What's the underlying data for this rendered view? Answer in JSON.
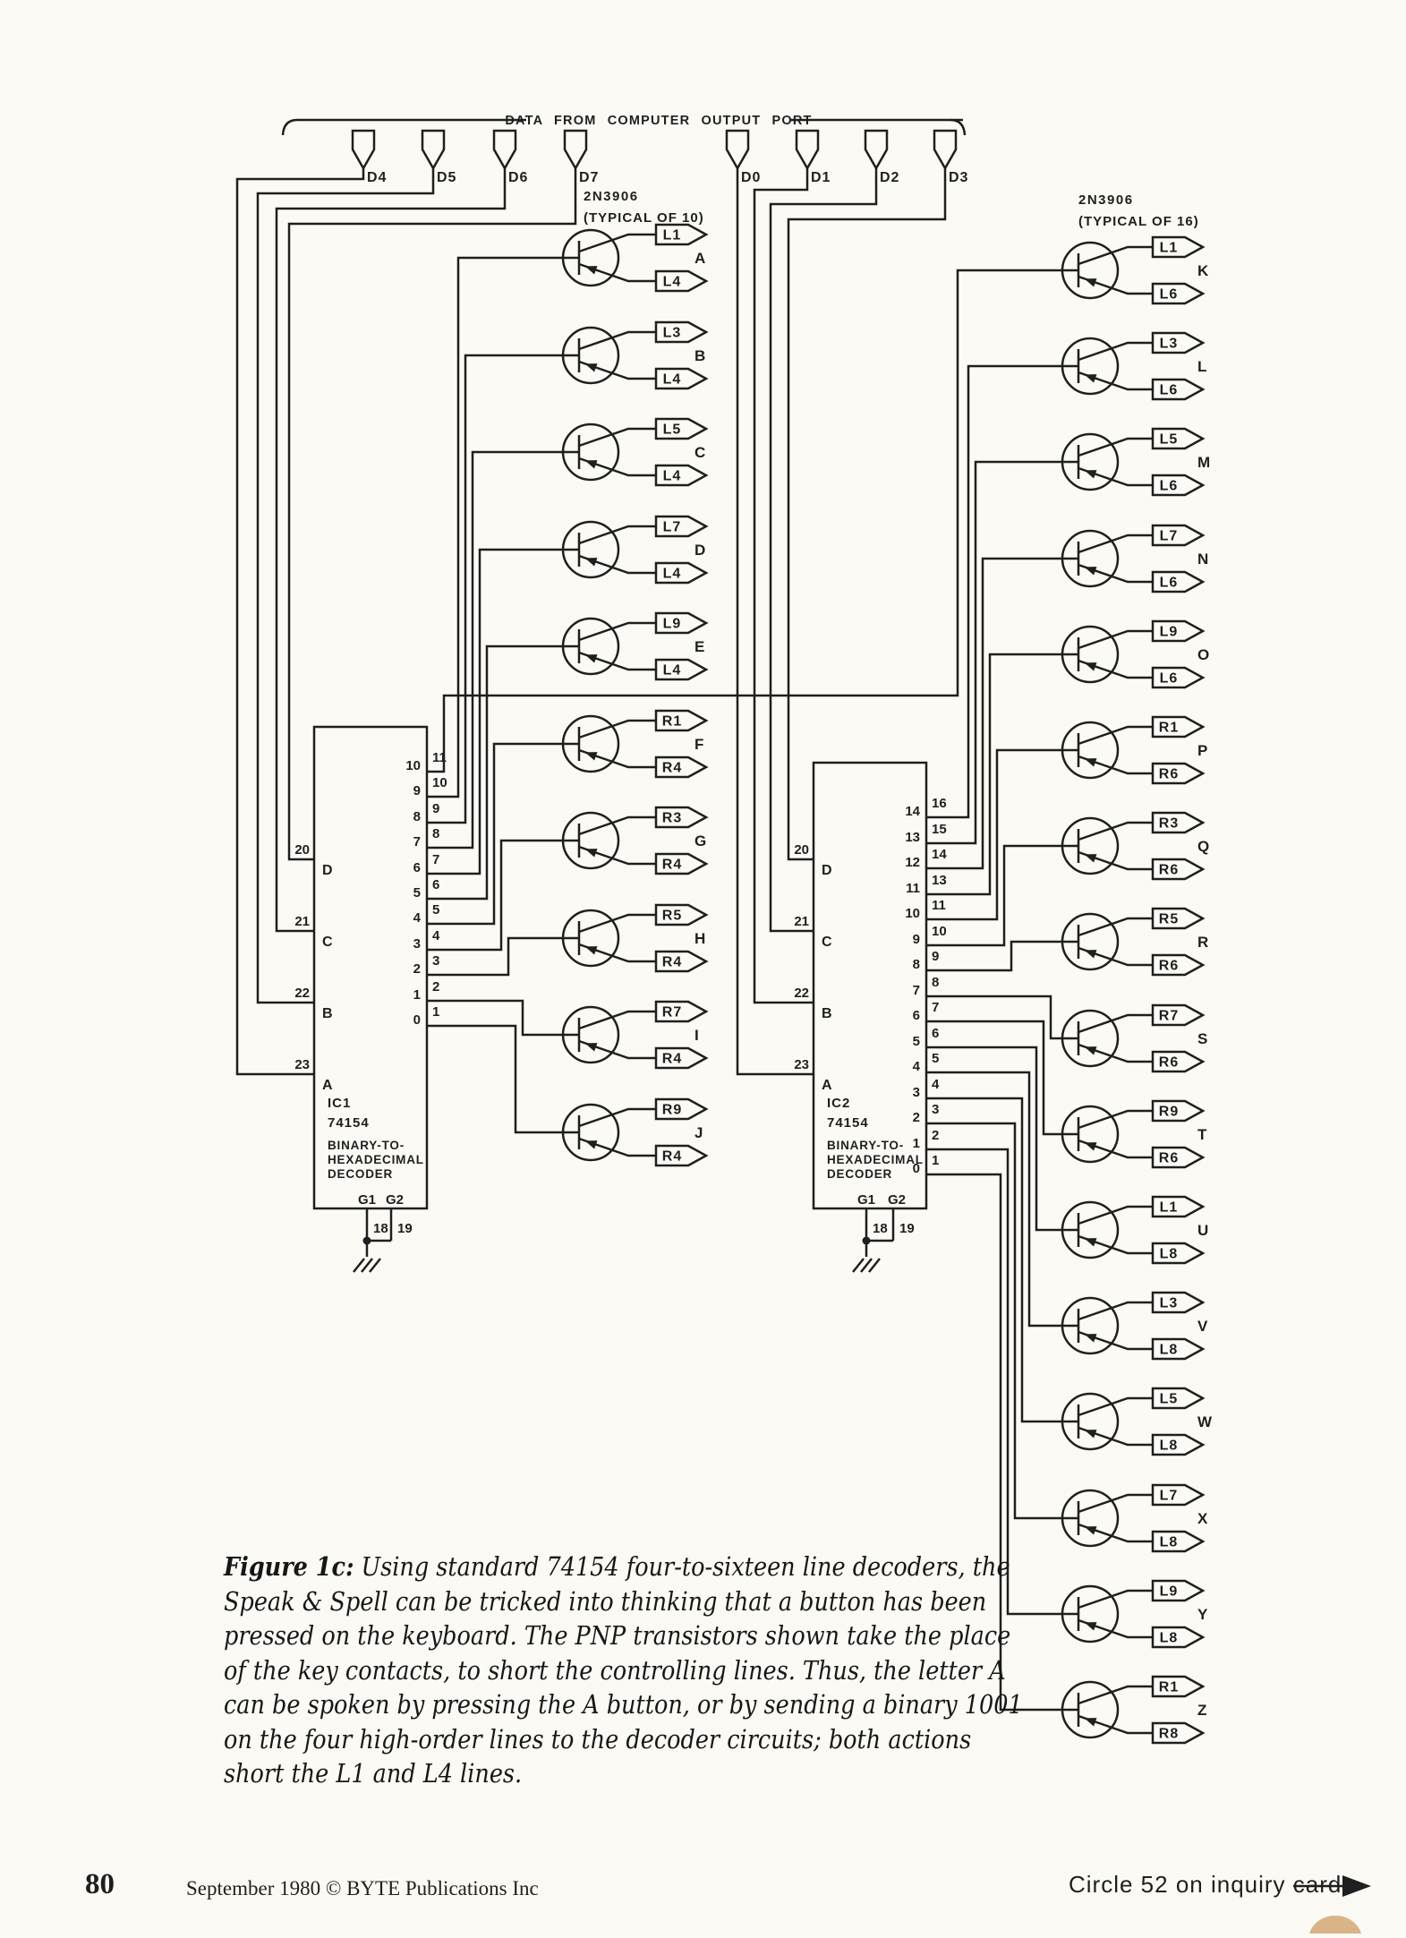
{
  "bus_label": "DATA FROM COMPUTER OUTPUT PORT",
  "connectors": {
    "left": [
      "D4",
      "D5",
      "D6",
      "D7"
    ],
    "right": [
      "D0",
      "D1",
      "D2",
      "D3"
    ]
  },
  "transistor_notes": {
    "left": [
      "2N3906",
      "(TYPICAL OF 10)"
    ],
    "right": [
      "2N3906",
      "(TYPICAL OF 16)"
    ]
  },
  "ics": [
    {
      "ref": "IC1",
      "part": "74154",
      "description": [
        "BINARY-TO-",
        "HEXADECIMAL",
        "DECODER"
      ],
      "address_pins": [
        {
          "pin": "20",
          "name": "D"
        },
        {
          "pin": "21",
          "name": "C"
        },
        {
          "pin": "22",
          "name": "B"
        },
        {
          "pin": "23",
          "name": "A"
        }
      ],
      "enables": [
        {
          "name": "G1",
          "pin": "18"
        },
        {
          "name": "G2",
          "pin": "19"
        }
      ],
      "outputs": [
        {
          "out": "10",
          "pin": "11"
        },
        {
          "out": "9",
          "pin": "10"
        },
        {
          "out": "8",
          "pin": "9"
        },
        {
          "out": "7",
          "pin": "8"
        },
        {
          "out": "6",
          "pin": "7"
        },
        {
          "out": "5",
          "pin": "6"
        },
        {
          "out": "4",
          "pin": "5"
        },
        {
          "out": "3",
          "pin": "4"
        },
        {
          "out": "2",
          "pin": "3"
        },
        {
          "out": "1",
          "pin": "2"
        },
        {
          "out": "0",
          "pin": "1"
        }
      ]
    },
    {
      "ref": "IC2",
      "part": "74154",
      "description": [
        "BINARY-TO-",
        "HEXADECIMAL",
        "DECODER"
      ],
      "address_pins": [
        {
          "pin": "20",
          "name": "D"
        },
        {
          "pin": "21",
          "name": "C"
        },
        {
          "pin": "22",
          "name": "B"
        },
        {
          "pin": "23",
          "name": "A"
        }
      ],
      "enables": [
        {
          "name": "G1",
          "pin": "18"
        },
        {
          "name": "G2",
          "pin": "19"
        }
      ],
      "outputs": [
        {
          "out": "14",
          "pin": "16"
        },
        {
          "out": "13",
          "pin": "15"
        },
        {
          "out": "12",
          "pin": "14"
        },
        {
          "out": "11",
          "pin": "13"
        },
        {
          "out": "10",
          "pin": "11"
        },
        {
          "out": "9",
          "pin": "10"
        },
        {
          "out": "8",
          "pin": "9"
        },
        {
          "out": "7",
          "pin": "8"
        },
        {
          "out": "6",
          "pin": "7"
        },
        {
          "out": "5",
          "pin": "6"
        },
        {
          "out": "4",
          "pin": "5"
        },
        {
          "out": "3",
          "pin": "4"
        },
        {
          "out": "2",
          "pin": "3"
        },
        {
          "out": "1",
          "pin": "2"
        },
        {
          "out": "0",
          "pin": "1"
        }
      ]
    }
  ],
  "transistors": {
    "left": [
      {
        "letter": "A",
        "top_tag": "L1",
        "bottom_tag": "L4"
      },
      {
        "letter": "B",
        "top_tag": "L3",
        "bottom_tag": "L4"
      },
      {
        "letter": "C",
        "top_tag": "L5",
        "bottom_tag": "L4"
      },
      {
        "letter": "D",
        "top_tag": "L7",
        "bottom_tag": "L4"
      },
      {
        "letter": "E",
        "top_tag": "L9",
        "bottom_tag": "L4"
      },
      {
        "letter": "F",
        "top_tag": "R1",
        "bottom_tag": "R4"
      },
      {
        "letter": "G",
        "top_tag": "R3",
        "bottom_tag": "R4"
      },
      {
        "letter": "H",
        "top_tag": "R5",
        "bottom_tag": "R4"
      },
      {
        "letter": "I",
        "top_tag": "R7",
        "bottom_tag": "R4"
      },
      {
        "letter": "J",
        "top_tag": "R9",
        "bottom_tag": "R4"
      }
    ],
    "right": [
      {
        "letter": "K",
        "top_tag": "L1",
        "bottom_tag": "L6"
      },
      {
        "letter": "L",
        "top_tag": "L3",
        "bottom_tag": "L6"
      },
      {
        "letter": "M",
        "top_tag": "L5",
        "bottom_tag": "L6"
      },
      {
        "letter": "N",
        "top_tag": "L7",
        "bottom_tag": "L6"
      },
      {
        "letter": "O",
        "top_tag": "L9",
        "bottom_tag": "L6"
      },
      {
        "letter": "P",
        "top_tag": "R1",
        "bottom_tag": "R6"
      },
      {
        "letter": "Q",
        "top_tag": "R3",
        "bottom_tag": "R6"
      },
      {
        "letter": "R",
        "top_tag": "R5",
        "bottom_tag": "R6"
      },
      {
        "letter": "S",
        "top_tag": "R7",
        "bottom_tag": "R6"
      },
      {
        "letter": "T",
        "top_tag": "R9",
        "bottom_tag": "R6"
      },
      {
        "letter": "U",
        "top_tag": "L1",
        "bottom_tag": "L8"
      },
      {
        "letter": "V",
        "top_tag": "L3",
        "bottom_tag": "L8"
      },
      {
        "letter": "W",
        "top_tag": "L5",
        "bottom_tag": "L8"
      },
      {
        "letter": "X",
        "top_tag": "L7",
        "bottom_tag": "L8"
      },
      {
        "letter": "Y",
        "top_tag": "L9",
        "bottom_tag": "L8"
      },
      {
        "letter": "Z",
        "top_tag": "R1",
        "bottom_tag": "R8"
      }
    ]
  },
  "caption": {
    "bold": "Figure 1c:",
    "first_line": " Using standard 74154 four-to-sixteen line decoders, the",
    "lines": [
      "Speak & Spell can be tricked into thinking that a button has been",
      "pressed on the keyboard. The PNP transistors shown take the place",
      "of the key contacts, to short the controlling lines. Thus, the letter A",
      "can be spoken by pressing the A button, or by sending a binary 1001",
      "on the four high-order lines to the decoder circuits; both actions",
      "short the L1 and L4 lines."
    ]
  },
  "footer": {
    "page_number": "80",
    "publication": "September 1980 © BYTE Publications Inc",
    "inquiry": "Circle 52 on inquiry card."
  }
}
